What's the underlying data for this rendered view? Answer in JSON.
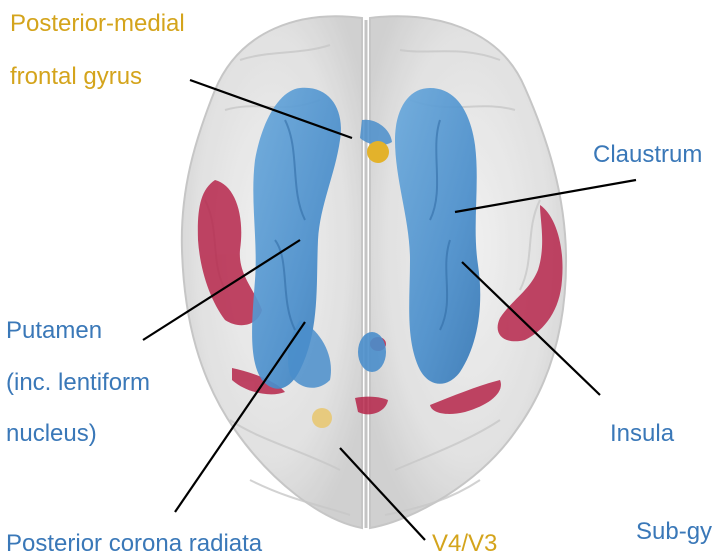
{
  "colors": {
    "blue_label": "#3a78b8",
    "gold_label": "#d4a41c",
    "blue_region": "#4d93cf",
    "red_region": "#b51f45",
    "gold_region": "#e3b22b",
    "brain_shell": "#d9d9d9",
    "leader_line": "#000000"
  },
  "labels": {
    "posterior_medial_line1": "Posterior-medial",
    "posterior_medial_line2": "frontal gyrus",
    "claustrum": "Claustrum",
    "putamen_line1": "Putamen",
    "putamen_line2": "(inc. lentiform",
    "putamen_line3": "nucleus)",
    "insula": "Insula",
    "posterior_corona_radiata": "Posterior corona radiata",
    "v4v3": "V4/V3",
    "sub_gyral": "Sub-gy"
  }
}
